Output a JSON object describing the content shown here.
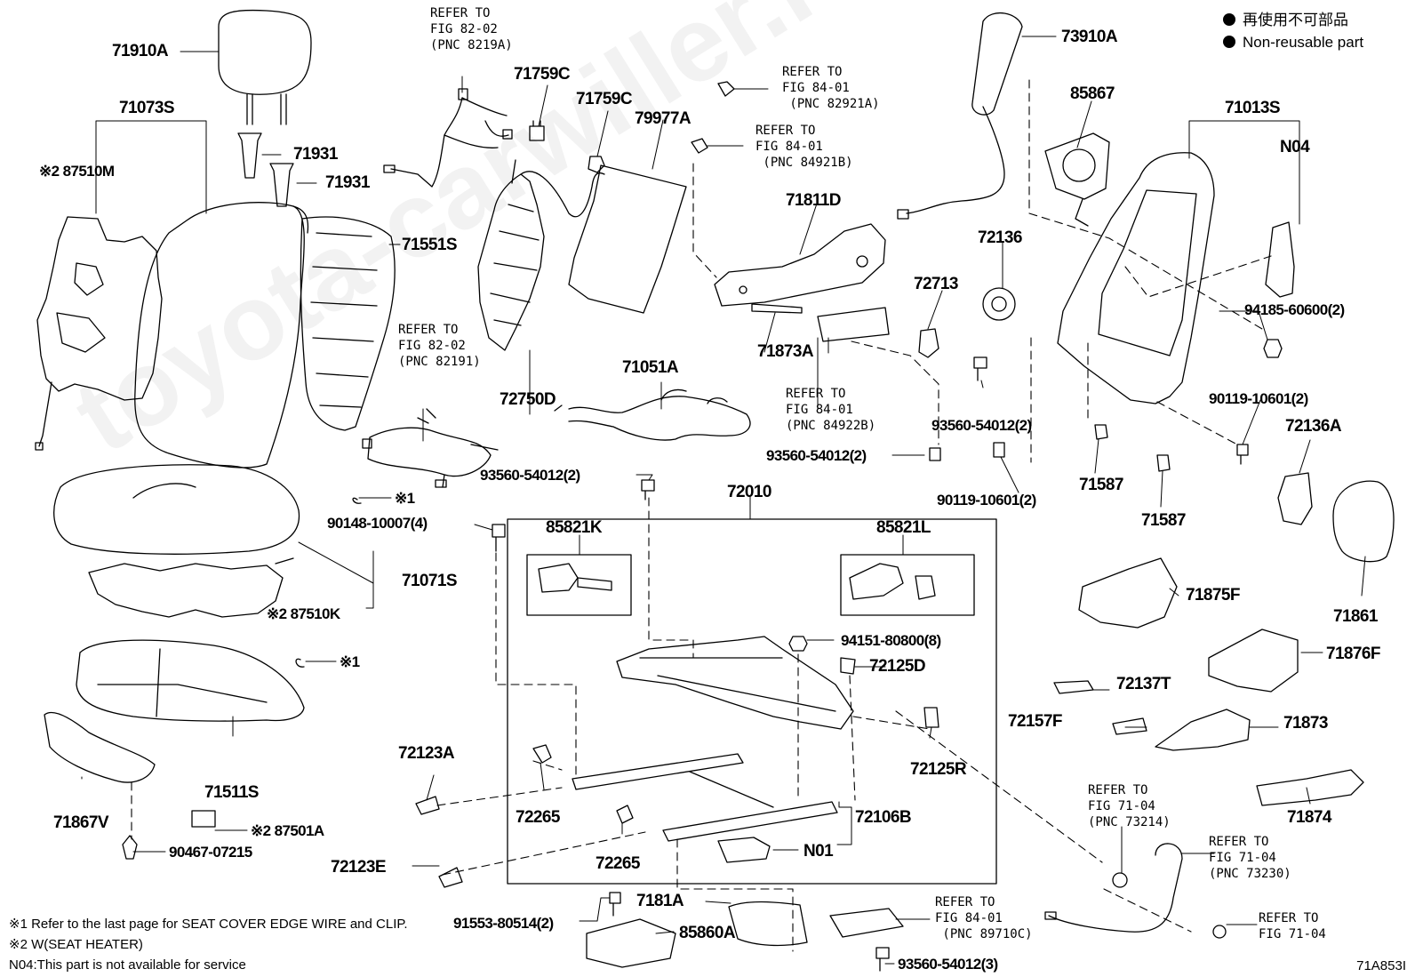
{
  "legend": [
    {
      "text": "再使用不可部品"
    },
    {
      "text": "Non-reusable part"
    }
  ],
  "labels": {
    "p71910A": "71910A",
    "p71073S": "71073S",
    "p87510M": "※2 87510M",
    "p71931a": "71931",
    "p71931b": "71931",
    "p71551S": "71551S",
    "p71759C_a": "71759C",
    "p71759C_b": "71759C",
    "p79977A": "79977A",
    "p72750D": "72750D",
    "p71051A": "71051A",
    "p71811D": "71811D",
    "p71873A": "71873A",
    "p72713": "72713",
    "p72136": "72136",
    "p73910A": "73910A",
    "p85867": "85867",
    "p71013S": "71013S",
    "pN04": "N04",
    "p94185": "94185-60600(2)",
    "p90119a": "90119-10601(2)",
    "p72136A": "72136A",
    "p93560a": "93560-54012(2)",
    "p93560b": "93560-54012(2)",
    "p93560c": "93560-54012(2)",
    "p90119b": "90119-10601(2)",
    "p71587a": "71587",
    "p71587b": "71587",
    "p71861": "71861",
    "p90148": "90148-10007(4)",
    "p72010": "72010",
    "p85821K": "85821K",
    "p85821L": "85821L",
    "p71071S": "71071S",
    "p87510K": "※2 87510K",
    "pX1a": "※1",
    "pX1b": "※1",
    "p94151": "94151-80800(8)",
    "p72125D": "72125D",
    "p71875F": "71875F",
    "p71876F": "71876F",
    "p72137T": "72137T",
    "p72157F": "72157F",
    "p71873": "71873",
    "p71874": "71874",
    "p72125R": "72125R",
    "p72123A": "72123A",
    "p72265a": "72265",
    "p72265b": "72265",
    "p71511S": "71511S",
    "p71867V": "71867V",
    "p87501A": "※2 87501A",
    "p72106B": "72106B",
    "pN01": "N01",
    "p90467": "90467-07215",
    "p72123E": "72123E",
    "p7181A": "7181A",
    "p85860A": "85860A",
    "p91553": "91553-80514(2)",
    "p93560d": "93560-54012(3)"
  },
  "refs": {
    "r8219A": "REFER TO\nFIG 82-02\n(PNC 8219A)",
    "r82921A": "REFER TO\nFIG 84-01\n (PNC 82921A)",
    "r84921B": "REFER TO\nFIG 84-01\n (PNC 84921B)",
    "r82191": "REFER TO\nFIG 82-02\n(PNC 82191)",
    "r84922B": "REFER TO\nFIG 84-01\n(PNC 84922B)",
    "r73214": "REFER TO\nFIG 71-04\n(PNC 73214)",
    "r73230": "REFER TO\nFIG 71-04\n(PNC 73230)",
    "r89710C": "REFER TO\nFIG 84-01\n (PNC 89710C)",
    "r7104": "REFER TO\nFIG 71-04"
  },
  "notes": [
    {
      "text": "※1 Refer to the last page for SEAT COVER EDGE WIRE and CLIP."
    },
    {
      "text": "※2 W(SEAT HEATER)"
    },
    {
      "text": "N04:This part is not available for service"
    }
  ],
  "watermark": "toyota-carwiller.ru",
  "figure_code": "71A853I"
}
